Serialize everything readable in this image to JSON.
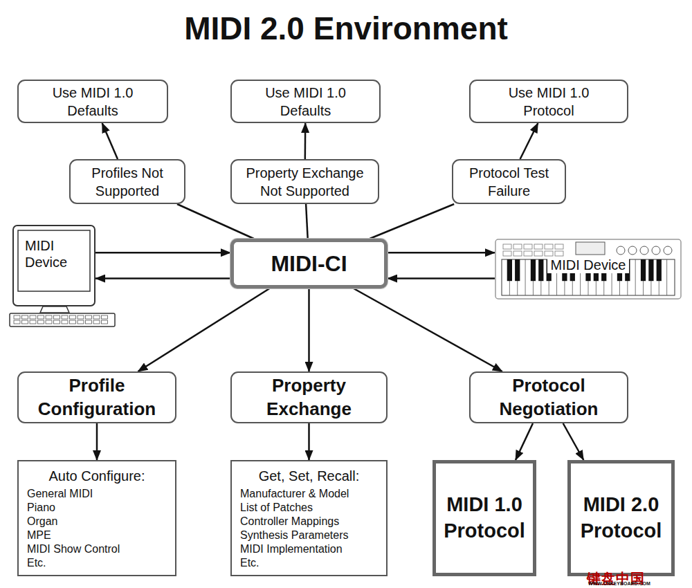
{
  "diagram": {
    "title": "MIDI 2.0 Environment",
    "nodes": [
      {
        "text": [
          "Use MIDI 1.0 Defaults"
        ]
      },
      {
        "text": [
          "Use MIDI 1.0 Defaults"
        ]
      },
      {
        "text": [
          "Use MIDI 1.0 Protocol"
        ]
      },
      {
        "text": [
          "Profiles Not Supported"
        ]
      },
      {
        "text": [
          "Property Exchange Not Supported"
        ]
      },
      {
        "text": [
          "Protocol Test Failure"
        ]
      },
      {
        "text": [
          "MIDI Device"
        ]
      },
      {
        "text": [
          "MIDI-CI"
        ]
      },
      {
        "text": [
          "MIDI Device"
        ]
      },
      {
        "text": [
          "Profile Configuration"
        ]
      },
      {
        "text": [
          "Property Exchange"
        ]
      },
      {
        "text": [
          "Protocol Negotiation"
        ]
      },
      {
        "text": [
          "Auto Configure:",
          "General MIDI",
          "Piano",
          "Organ",
          "MPE",
          "MIDI Show Control",
          "Etc."
        ]
      },
      {
        "text": [
          "Get, Set, Recall:",
          "Manufacturer & Model",
          "List of Patches",
          "Controller Mappings",
          "Synthesis Parameters",
          "MIDI Implementation",
          "Etc."
        ]
      },
      {
        "text": [
          "MIDI 1.0 Protocol"
        ]
      },
      {
        "text": [
          "MIDI 2.0 Protocol"
        ]
      }
    ],
    "edges": [
      {
        "from": 7,
        "to": 3,
        "arrow": "none"
      },
      {
        "from": 3,
        "to": 0,
        "arrow": "to"
      },
      {
        "from": 7,
        "to": 4,
        "arrow": "none"
      },
      {
        "from": 4,
        "to": 1,
        "arrow": "to"
      },
      {
        "from": 7,
        "to": 5,
        "arrow": "none"
      },
      {
        "from": 5,
        "to": 2,
        "arrow": "to"
      },
      {
        "from": 6,
        "to": 7,
        "arrow": "to"
      },
      {
        "from": 7,
        "to": 6,
        "arrow": "to"
      },
      {
        "from": 7,
        "to": 8,
        "arrow": "to"
      },
      {
        "from": 8,
        "to": 7,
        "arrow": "to"
      },
      {
        "from": 7,
        "to": 9,
        "arrow": "to"
      },
      {
        "from": 7,
        "to": 10,
        "arrow": "to"
      },
      {
        "from": 7,
        "to": 11,
        "arrow": "to"
      },
      {
        "from": 9,
        "to": 12,
        "arrow": "to"
      },
      {
        "from": 10,
        "to": 13,
        "arrow": "to"
      },
      {
        "from": 11,
        "to": 14,
        "arrow": "to"
      },
      {
        "from": 11,
        "to": 15,
        "arrow": "to"
      }
    ],
    "labels": [
      "键盘中国",
      "WWW.CNKEYBOARD.COM"
    ]
  }
}
